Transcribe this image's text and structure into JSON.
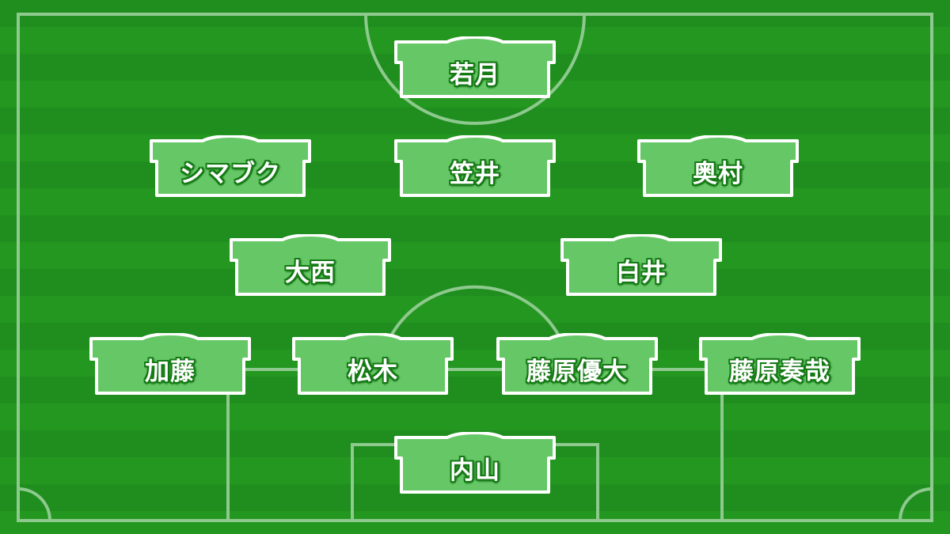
{
  "pitch": {
    "grass_color": "#1f8e1f",
    "line_color": "#8ec98e",
    "shirt_color": "#66c766",
    "shirt_outline": "#ffffff",
    "name_outline": "#147a14"
  },
  "players": {
    "gk": {
      "name": "内山"
    },
    "d1": {
      "name": "加藤"
    },
    "d2": {
      "name": "松木"
    },
    "d3": {
      "name": "藤原優大"
    },
    "d4": {
      "name": "藤原奏哉"
    },
    "m1": {
      "name": "大西"
    },
    "m2": {
      "name": "白井"
    },
    "a1": {
      "name": "シマブク"
    },
    "a2": {
      "name": "笠井"
    },
    "a3": {
      "name": "奥村"
    },
    "st": {
      "name": "若月"
    }
  }
}
